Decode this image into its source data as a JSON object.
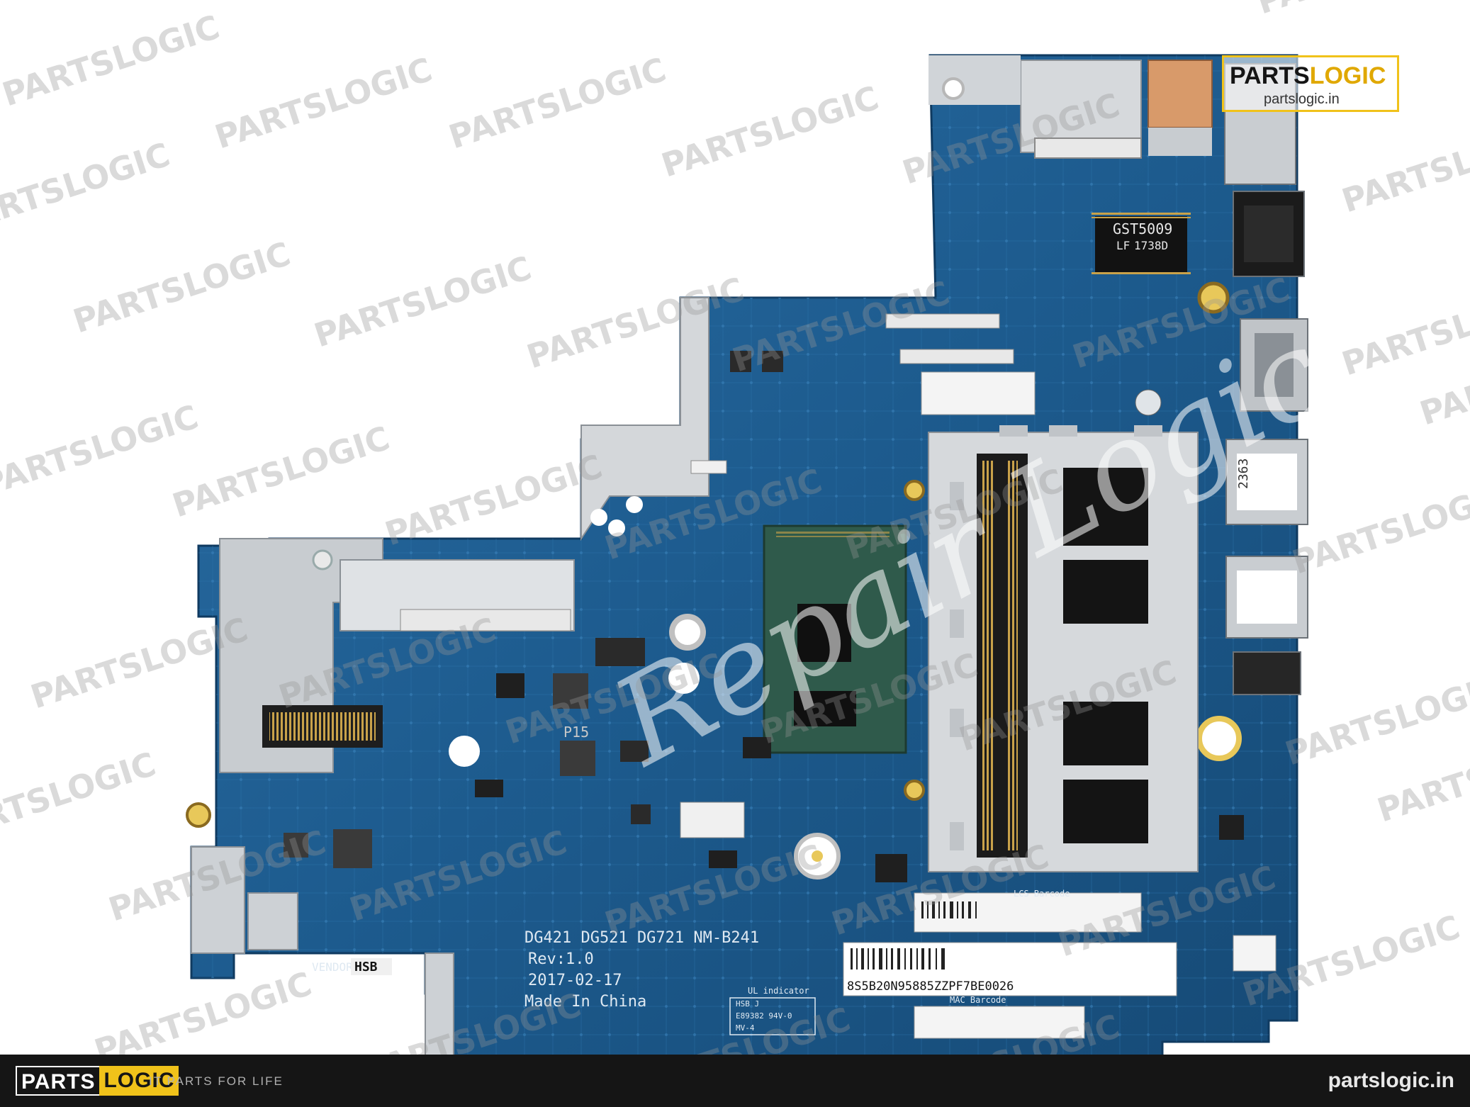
{
  "watermark": {
    "text": "PARTSLOGIC",
    "big_script": "Repair Logic"
  },
  "corner_logo": {
    "left": "PARTS",
    "right": "LOGIC",
    "url": "partslogic.in"
  },
  "footer": {
    "logo_left": "PARTS",
    "logo_right": "LOGIC",
    "tagline": "IT PARTS FOR LIFE",
    "url": "partslogic.in"
  },
  "board": {
    "model_line": "DG421 DG521 DG721 NM-B241",
    "rev": "Rev:1.0",
    "date": "2017-02-17",
    "origin": "Made In China",
    "vendor_label": "VENDOR:",
    "vendor": "HSB",
    "ul_title": "UL indicator",
    "ul_lines": [
      "HSB J",
      "E89382  94V-0",
      "MV-4"
    ],
    "serial": "8S5B20N95885ZZPF7BE0026",
    "ic_lan": [
      "GST5009",
      "LF",
      "1738D"
    ],
    "inductor_p15": "P15",
    "barcode_title": "LCS Barcode",
    "mac_title": "MAC Barcode",
    "usb_code": "2363"
  },
  "colors": {
    "pcb": "#1f5f92",
    "pcb_dark": "#174c78",
    "accent": "#f0c21a",
    "footer": "#151515"
  }
}
